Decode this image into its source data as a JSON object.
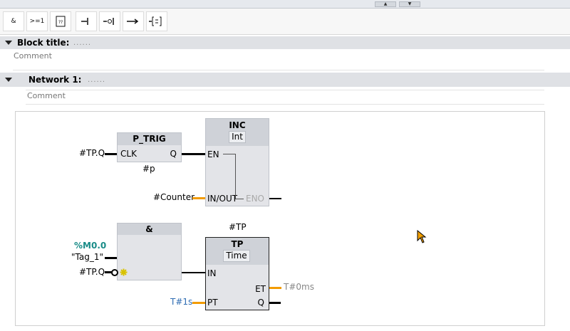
{
  "toolbar": {
    "buttons": [
      {
        "label": "&"
      },
      {
        "label": ">=1"
      },
      {
        "label": "[??]"
      },
      {
        "label": "-|"
      },
      {
        "label": "-o|"
      },
      {
        "label": "→"
      },
      {
        "label": "-[=]"
      }
    ]
  },
  "block": {
    "title_label": "Block title:",
    "title_value": "......",
    "comment": "Comment"
  },
  "network": {
    "title_label": "Network 1:",
    "title_value": "......",
    "comment": "Comment"
  },
  "ptrig": {
    "name": "P_TRIG",
    "pin_clk": "CLK",
    "pin_q": "Q",
    "instance": "#p",
    "input_operand": "#TP.Q"
  },
  "inc": {
    "name": "INC",
    "type": "Int",
    "pin_en": "EN",
    "pin_inout": "IN/OUT",
    "pin_eno": "ENO",
    "inout_operand": "#Counter"
  },
  "and_block": {
    "name": "&",
    "in1_address": "%M0.0",
    "in1_tag": "\"Tag_1\"",
    "in2_operand": "#TP.Q"
  },
  "tp": {
    "instance": "#TP",
    "name": "TP",
    "type": "Time",
    "pin_in": "IN",
    "pin_pt": "PT",
    "pin_et": "ET",
    "pin_q": "Q",
    "pt_value": "T#1s",
    "et_value": "T#0ms"
  },
  "colors": {
    "accent_teal": "#1a8c88",
    "wire_orange": "#f29b00",
    "literal_blue": "#2e6cb3"
  }
}
